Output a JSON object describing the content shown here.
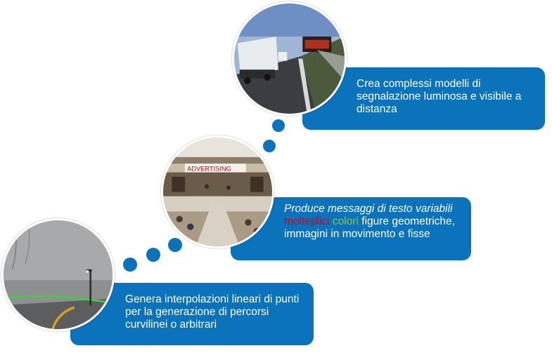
{
  "steps": [
    {
      "text": "Genera interpolazioni lineari di punti per la generazione di percorsi curvilinei o arbitrari"
    },
    {
      "text_italic": "Produce messaggi di testo variabili",
      "word_red": "molteplici",
      "word_green": "colori",
      "text_rest": "figure geometriche, immagini in movimento e fisse"
    },
    {
      "text": "Crea complessi modelli di segnalazione luminosa e visibile a distanza"
    }
  ],
  "photos": {
    "mall_sign": "ADVERTISING"
  },
  "colors": {
    "box": "#0a73bb",
    "text": "#ffffff",
    "highlight_red": "#d0021b",
    "highlight_green": "#8bc34a"
  }
}
